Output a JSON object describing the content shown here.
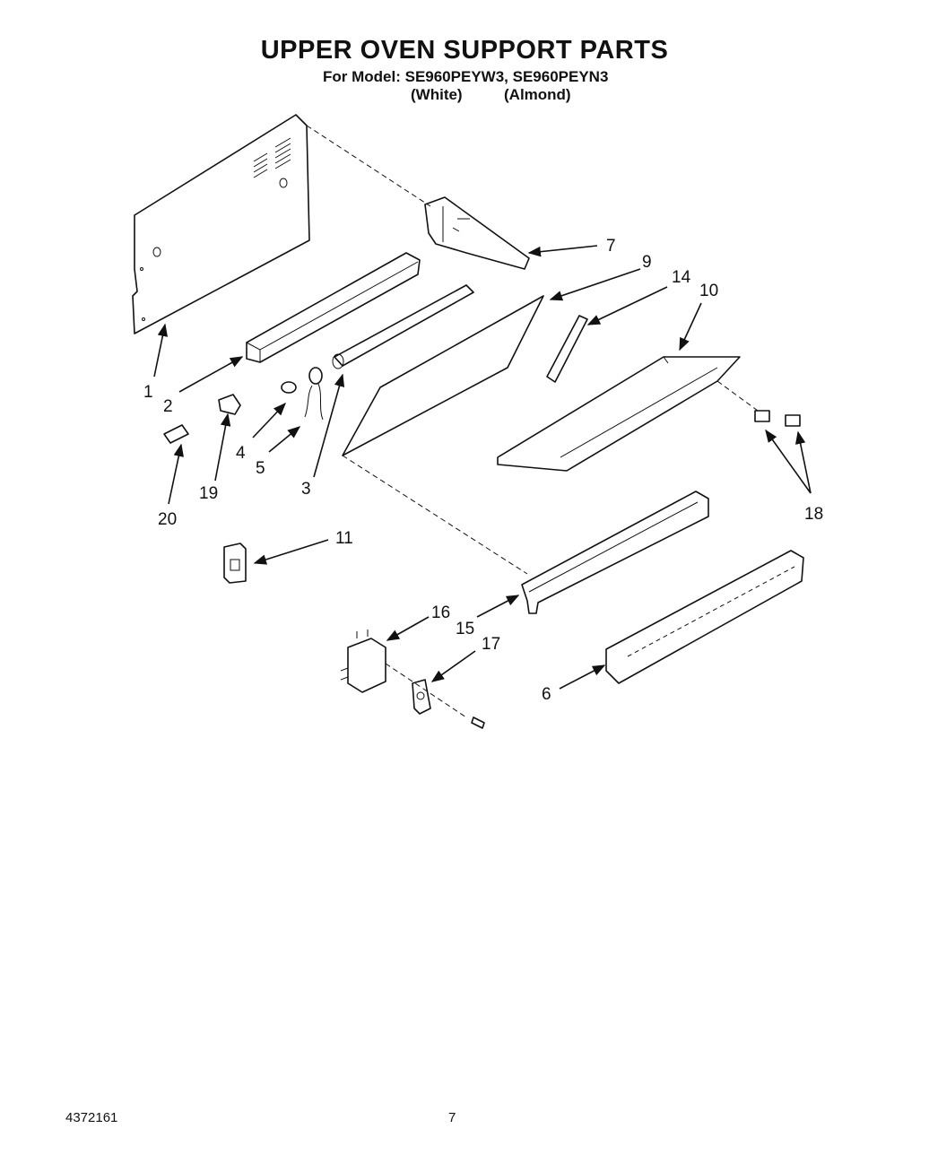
{
  "header": {
    "title": "UPPER OVEN SUPPORT PARTS",
    "model_line": "For Model: SE960PEYW3, SE960PEYN3",
    "variants": [
      "(White)",
      "(Almond)"
    ]
  },
  "callouts": [
    "1",
    "2",
    "3",
    "4",
    "5",
    "6",
    "7",
    "9",
    "10",
    "11",
    "14",
    "15",
    "16",
    "17",
    "18",
    "19",
    "20"
  ],
  "footer": {
    "doc_number": "4372161",
    "page_number": "7"
  }
}
